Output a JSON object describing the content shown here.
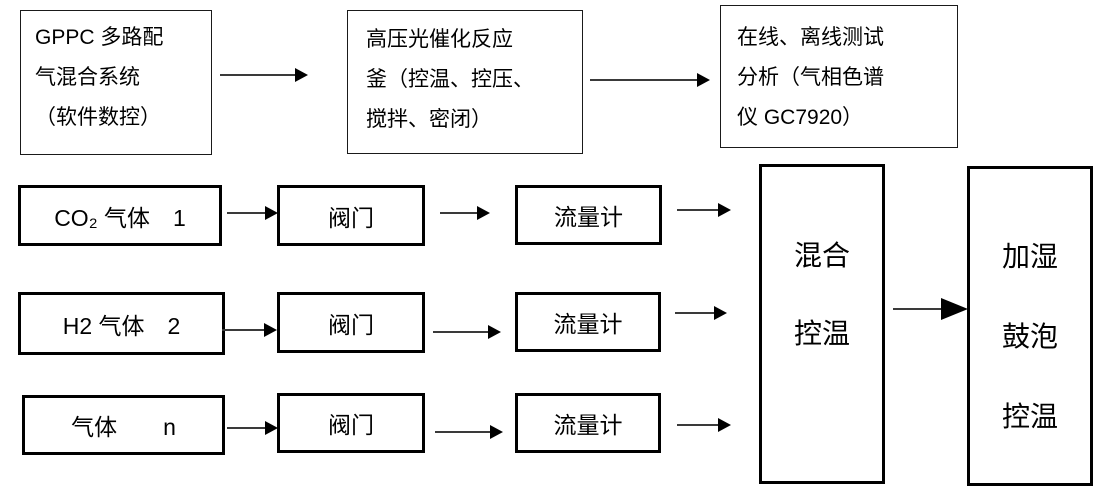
{
  "colors": {
    "background": "#ffffff",
    "box_border": "#000000",
    "arrow_line": "#3a3a3a",
    "arrow_head": "#000000"
  },
  "top_flow": {
    "gppc_box": {
      "lines": [
        "GPPC 多路配",
        "气混合系统",
        "（软件数控）"
      ]
    },
    "reactor_box": {
      "lines": [
        "高压光催化反应",
        "釜（控温、控压、",
        "搅拌、密闭）"
      ]
    },
    "analysis_box": {
      "lines": [
        "在线、离线测试",
        "分析（气相色谱",
        "仪 GC7920）"
      ]
    }
  },
  "gas_lines": [
    {
      "source": "CO₂ 气体　1",
      "valve": "阀门",
      "flow_meter": "流量计"
    },
    {
      "source": "H2 气体　2",
      "valve": "阀门",
      "flow_meter": "流量计"
    },
    {
      "source": "气体　　n",
      "valve": "阀门",
      "flow_meter": "流量计"
    }
  ],
  "mixing_box": {
    "lines": [
      "混合",
      "控温"
    ]
  },
  "humidifier_box": {
    "lines": [
      "加湿",
      "鼓泡",
      "控温"
    ]
  }
}
